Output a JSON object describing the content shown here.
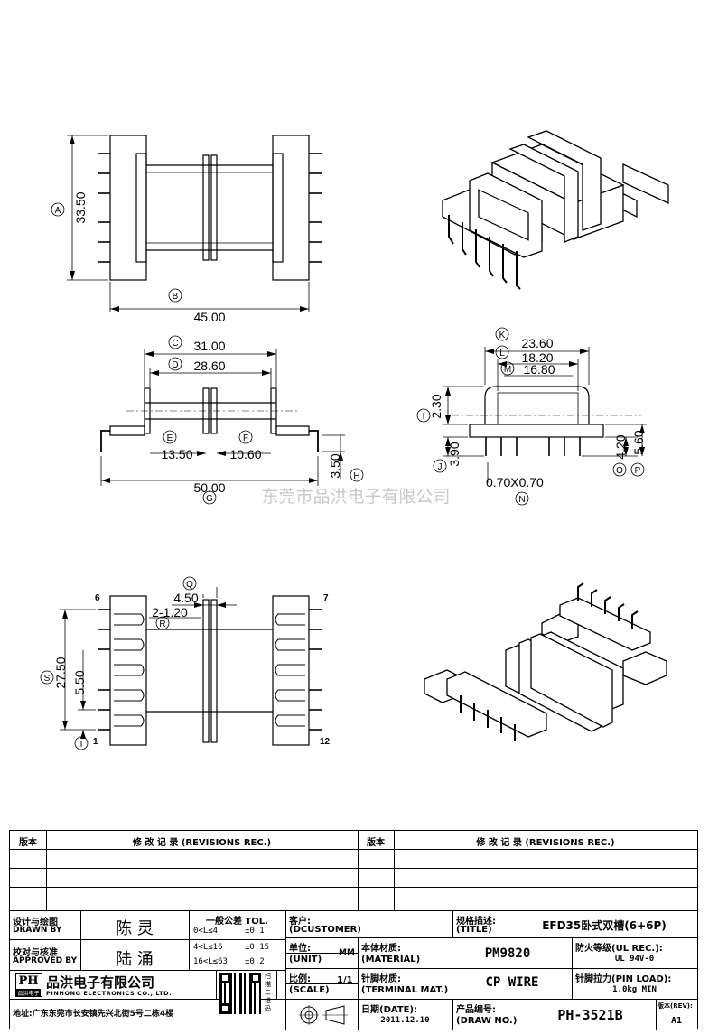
{
  "watermark": "东莞市品洪电子有限公司",
  "top_view": {
    "dim_a": {
      "balloon": "A",
      "value": "33.50"
    },
    "dim_b": {
      "balloon": "B",
      "value": "45.00"
    }
  },
  "side_view": {
    "dim_c": {
      "balloon": "C",
      "value": "31.00"
    },
    "dim_d": {
      "balloon": "D",
      "value": "28.60"
    },
    "dim_e": {
      "balloon": "E",
      "value": "13.50"
    },
    "dim_f": {
      "balloon": "F",
      "value": "10.60"
    },
    "dim_g": {
      "balloon": "G",
      "value": "50.00"
    },
    "dim_h": {
      "balloon": "H",
      "value": "3.50"
    }
  },
  "end_view": {
    "dim_k": {
      "balloon": "K",
      "value": "23.60"
    },
    "dim_l": {
      "balloon": "L",
      "value": "18.20"
    },
    "dim_m": {
      "balloon": "M",
      "value": "16.80"
    },
    "dim_i": {
      "balloon": "I",
      "value": "2.30"
    },
    "dim_j": {
      "balloon": "J",
      "value": "3.90"
    },
    "dim_o": {
      "balloon": "O",
      "value": "4.20"
    },
    "dim_p": {
      "balloon": "P",
      "value": "5.60"
    },
    "dim_n": {
      "balloon": "N",
      "value": "0.70X0.70"
    }
  },
  "bottom_view": {
    "dim_q": {
      "balloon": "Q",
      "value": "4.50"
    },
    "dim_r": {
      "balloon": "R",
      "value": "2-1.20"
    },
    "dim_s": {
      "balloon": "S",
      "value": "27.50"
    },
    "dim_t": {
      "balloon": "T",
      "value": "5.50"
    },
    "pins": {
      "p6": "6",
      "p7": "7",
      "p1": "1",
      "p12": "12"
    }
  },
  "title_block": {
    "rev_header_left": "版本",
    "rev_header_mid": "修 改 记 录 (REVISIONS REC.)",
    "rev_header_left2": "版本",
    "rev_header_right": "修 改 记 录 (REVISIONS REC.)",
    "designer_label_cn": "设计与绘图",
    "designer_label_en": "DRAWN BY",
    "designer": "陈 灵",
    "approver_label_cn": "校对与核准",
    "approver_label_en": "APPROVED BY",
    "approver": "陆 涌",
    "tol_title": "一般公差 TOL.",
    "tol_rows": [
      {
        "range": "0<L≤4",
        "tol": "±0.1"
      },
      {
        "range": "4<L≤16",
        "tol": "±0.15"
      },
      {
        "range": "16<L≤63",
        "tol": "±0.2"
      }
    ],
    "customer_label_cn": "客户:",
    "customer_label_en": "(DCUSTOMER)",
    "title_label_cn": "规格描述:",
    "title_label_en": "(TITLE)",
    "title_value": "EFD35卧式双槽(6+6P)",
    "unit_label_cn": "单位:",
    "unit_label_en": "(UNIT)",
    "unit_value": "MM",
    "material_label_cn": "本体材质:",
    "material_label_en": "(MATERIAL)",
    "material_value": "PM9820",
    "ul_label": "防火等级(UL REC.):",
    "ul_value": "UL 94V-0",
    "scale_label_cn": "比例:",
    "scale_label_en": "(SCALE)",
    "scale_value": "1/1",
    "terminal_label_cn": "针脚材质:",
    "terminal_label_en": "(TERMINAL MAT.)",
    "terminal_value": "CP WIRE",
    "pinload_label": "针脚拉力(PIN LOAD):",
    "pinload_value": "1.0kg MIN",
    "date_label": "日期(DATE):",
    "date_value": "2011.12.10",
    "drawno_label_cn": "产品编号:",
    "drawno_label_en": "(DRAW NO.)",
    "drawno_value": "PH-3521B",
    "rev_label": "版本(REV):",
    "rev_value": "A1",
    "company_cn": "品洪电子有限公司",
    "company_en": "PINHONG ELECTRONICS CO., LTD.",
    "logo_text": "PH",
    "logo_sub": "品洪电子",
    "address": "地址:广东东莞市长安镇先兴北街5号二栋4楼",
    "qr_caption": "扫描二维码"
  }
}
